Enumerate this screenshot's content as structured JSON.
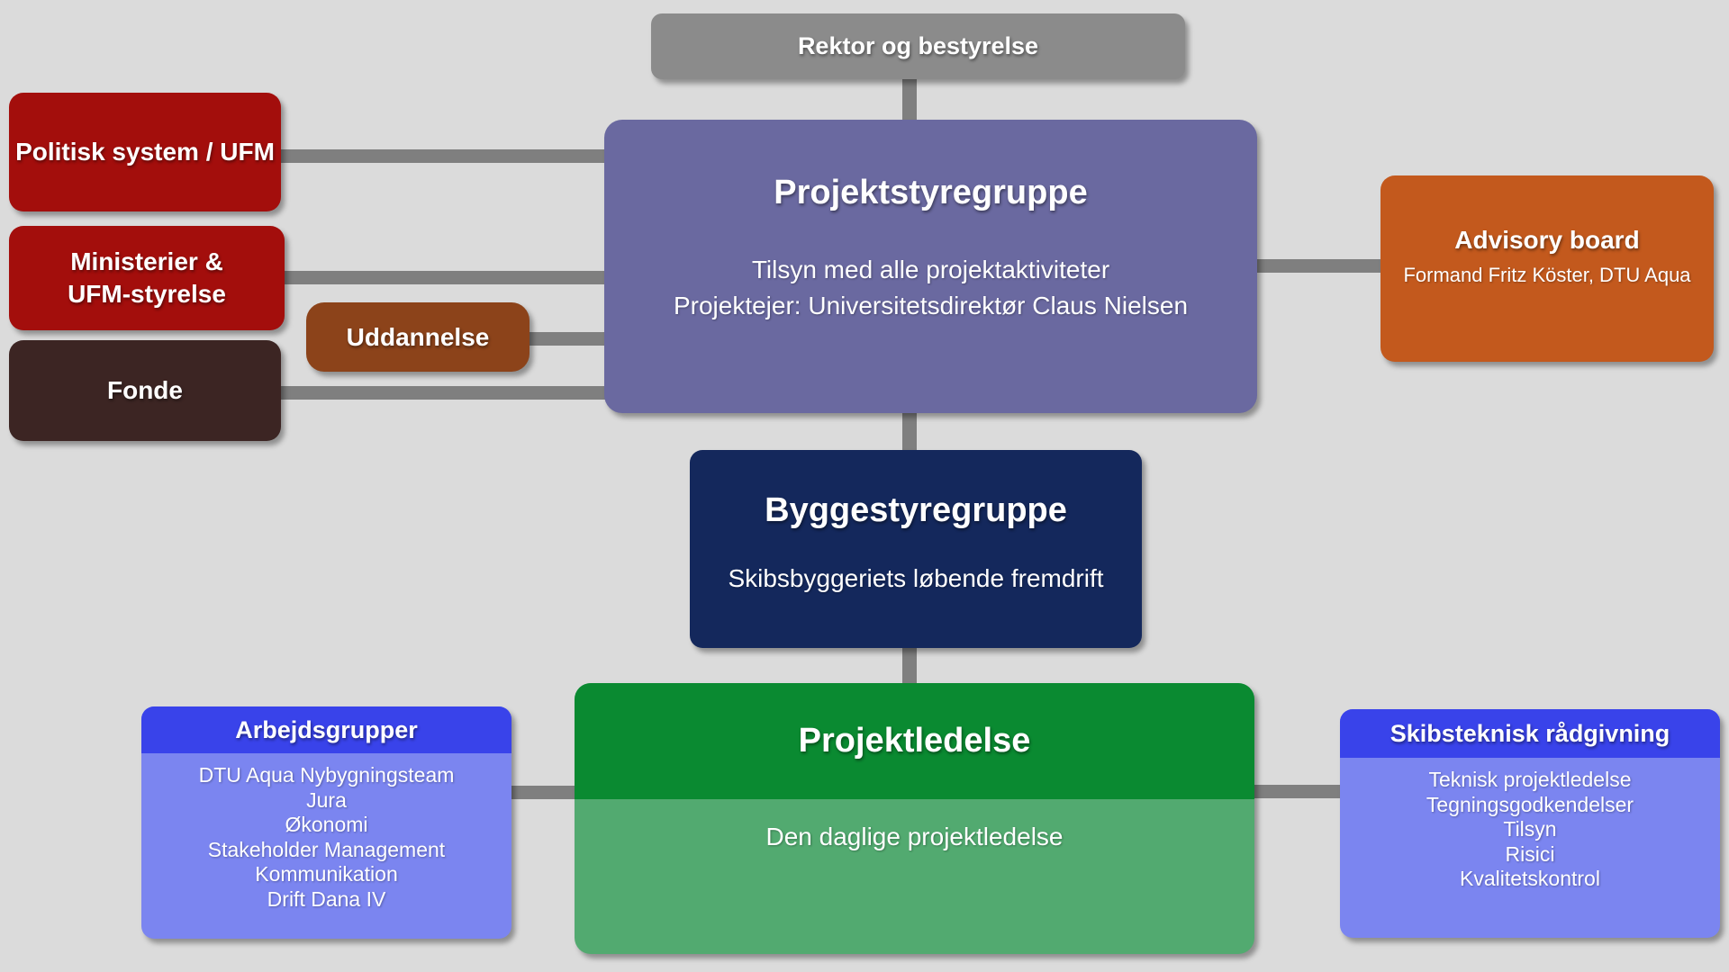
{
  "nodes": {
    "rektor": {
      "label": "Rektor og bestyrelse"
    },
    "politisk": {
      "label": "Politisk system / UFM"
    },
    "ministerier": {
      "label": "Ministerier & UFM-styrelse"
    },
    "uddannelse": {
      "label": "Uddannelse"
    },
    "fonde": {
      "label": "Fonde"
    },
    "projektstyregruppe": {
      "title": "Projektstyregruppe",
      "line1": "Tilsyn med alle projektaktiviteter",
      "line2": "Projektejer: Universitetsdirektør Claus Nielsen"
    },
    "advisory": {
      "title": "Advisory board",
      "subtitle": "Formand Fritz Köster, DTU Aqua"
    },
    "byggestyregruppe": {
      "title": "Byggestyregruppe",
      "subtitle": "Skibsbyggeriets løbende fremdrift"
    },
    "projektledelse": {
      "title": "Projektledelse",
      "subtitle": "Den daglige projektledelse"
    },
    "arbejdsgrupper": {
      "title": "Arbejdsgrupper",
      "items": [
        "DTU Aqua Nybygningsteam",
        "Jura",
        "Økonomi",
        "Stakeholder Management",
        "Kommunikation",
        "Drift Dana IV"
      ]
    },
    "skibsteknisk": {
      "title": "Skibsteknisk rådgivning",
      "items": [
        "Teknisk projektledelse",
        "Tegningsgodkendelser",
        "Tilsyn",
        "Risici",
        "Kvalitetskontrol"
      ]
    }
  },
  "colors": {
    "background": "#dbdbdb",
    "connector": "#7f7f7f",
    "rektor": "#8b8b8b",
    "dark_red": "#a30e0c",
    "dark_brown": "#3c2523",
    "sienna": "#8c431a",
    "purple": "#6a69a0",
    "orange": "#c3591d",
    "navy": "#14285c",
    "green_header": "#0a8a31",
    "green_body": "#52aa70",
    "blue_header": "#3943ea",
    "blue_body": "#7b85f0"
  }
}
